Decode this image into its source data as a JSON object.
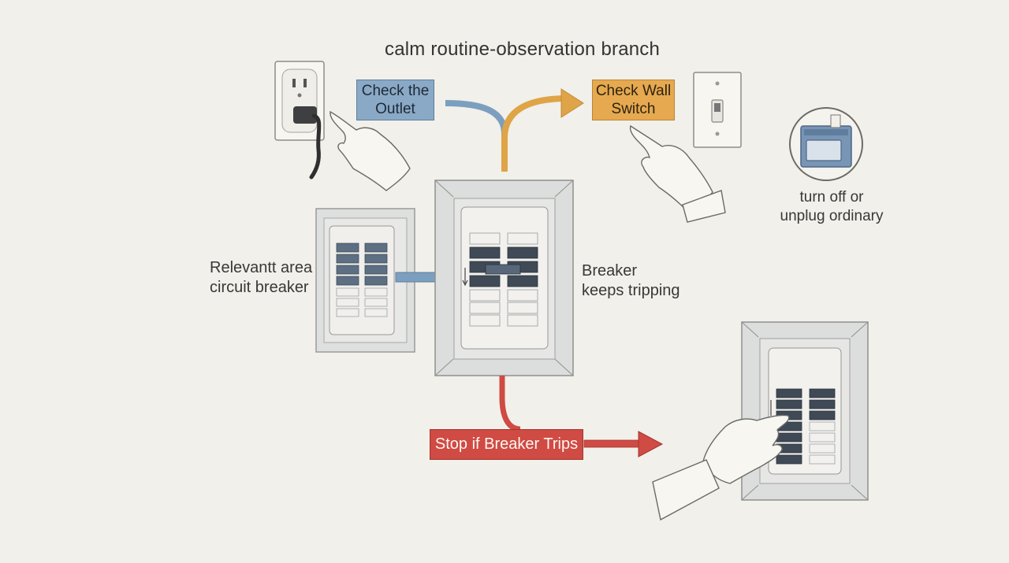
{
  "diagram": {
    "title": "calm routine-observation branch",
    "tags": {
      "check_outlet": [
        "Check the",
        "Outlet"
      ],
      "check_wall_switch": [
        "Check Wall",
        "Switch"
      ],
      "stop_if_trips": "Stop if Breaker Trips"
    },
    "labels": {
      "relevant_area": [
        "Relevantt area",
        "circuit breaker"
      ],
      "breaker_keeps": [
        "Breaker",
        "keeps tripping"
      ],
      "appliance": [
        "turn off or",
        "unplug ordinary"
      ]
    },
    "colors": {
      "blue_tag": "#8aa9c6",
      "orange_tag": "#e6a94f",
      "red_tag": "#cf4b43",
      "background": "#f1f0ea"
    },
    "icons": [
      "wall-outlet-icon",
      "pointing-hand-icon",
      "wall-switch-icon",
      "oven-appliance-icon",
      "breaker-panel-icon"
    ]
  }
}
